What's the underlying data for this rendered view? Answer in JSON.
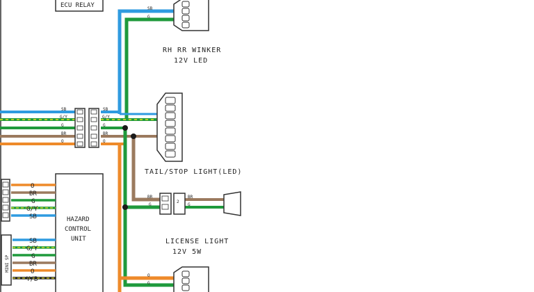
{
  "labels": {
    "ecu_relay": "ECU RELAY",
    "rh_rr_winker": "RH RR WINKER",
    "winker_led": "12V LED",
    "tail_stop": "TAIL/STOP LIGHT(LED)",
    "hazard_line1": "HAZARD",
    "hazard_line2": "CONTROL",
    "hazard_line3": "UNIT",
    "license_light": "LICENSE LIGHT",
    "license_spec": "12V 5W",
    "mini_sp": "MINI SP"
  },
  "wire_codes": {
    "sb": "SB",
    "g": "G",
    "gy": "G/Y",
    "br": "BR",
    "o": "O",
    "yb": "Y/B",
    "pin2": "2"
  },
  "colors": {
    "sb": "#2f9be0",
    "g": "#1f9a3c",
    "gy_stripe": "#e8e020",
    "br": "#9b7a5e",
    "o": "#ee8a2a",
    "yb": "#222222",
    "junction": "#1a1a1a"
  }
}
